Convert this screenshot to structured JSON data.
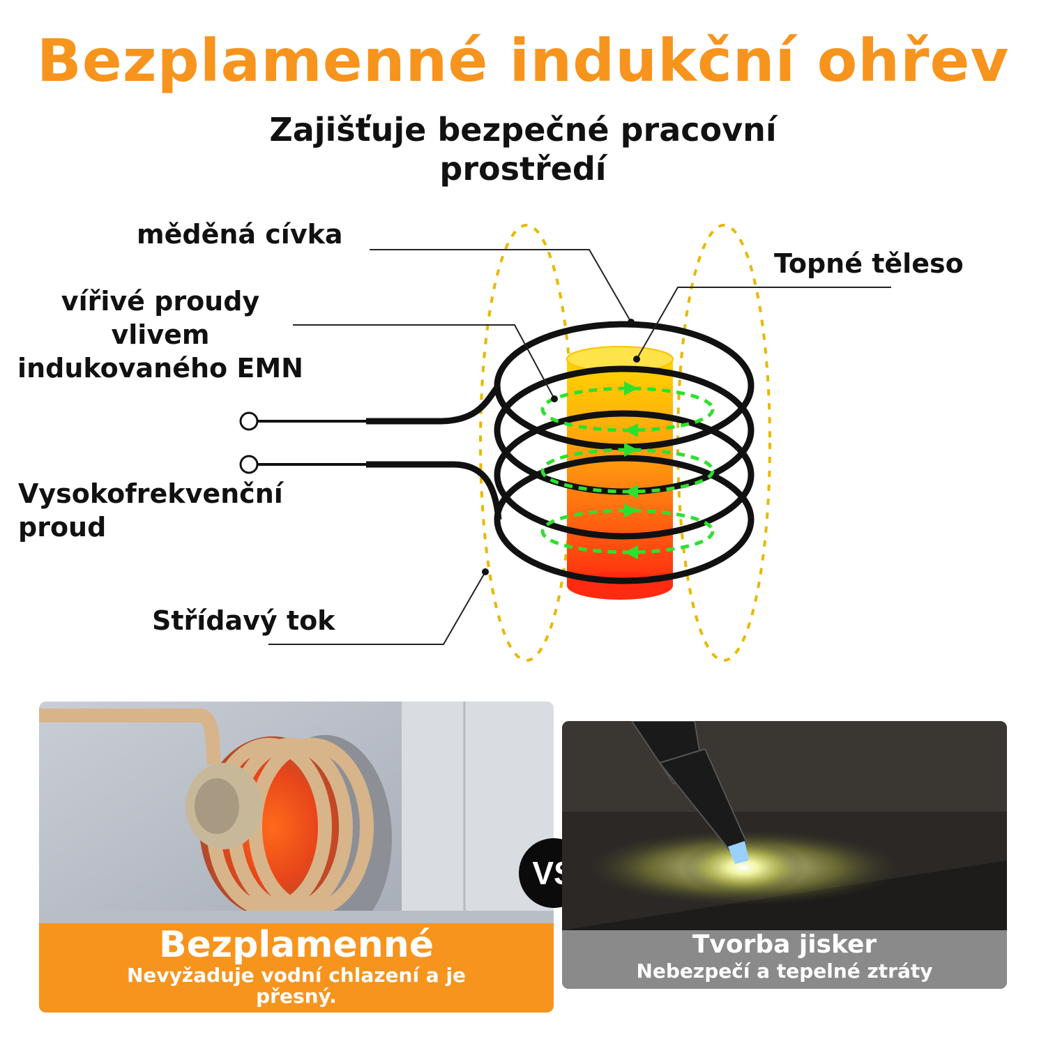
{
  "header": {
    "title": "Bezplamenné indukční ohřev",
    "subtitle": "Zajišťuje bezpečné pracovní prostředí"
  },
  "diagram": {
    "labels": {
      "copper_coil": "měděná cívka",
      "eddy_currents": [
        "vířivé proudy",
        "vlivem",
        "indukovaného EMN"
      ],
      "heating_element": "Topné těleso",
      "hf_current": [
        "Vysokofrekvenční",
        "proud"
      ],
      "alternating_flux": "Střídavý tok"
    },
    "colors": {
      "coil": "#111111",
      "flux_lines": "#e8b800",
      "eddy_arrows": "#2ee02e",
      "element_top": "#ffd400",
      "element_bottom": "#ff2a10"
    }
  },
  "comparison": {
    "left": {
      "title": "Bezplamenné",
      "subtitle": "Nevyžaduje vodní chlazení a je přesný.",
      "color": "#f7941d"
    },
    "vs_label": "VS",
    "right": {
      "title": "Tvorba jisker",
      "subtitle": "Nebezpečí a tepelné ztráty",
      "color": "#8a8a8a"
    }
  }
}
